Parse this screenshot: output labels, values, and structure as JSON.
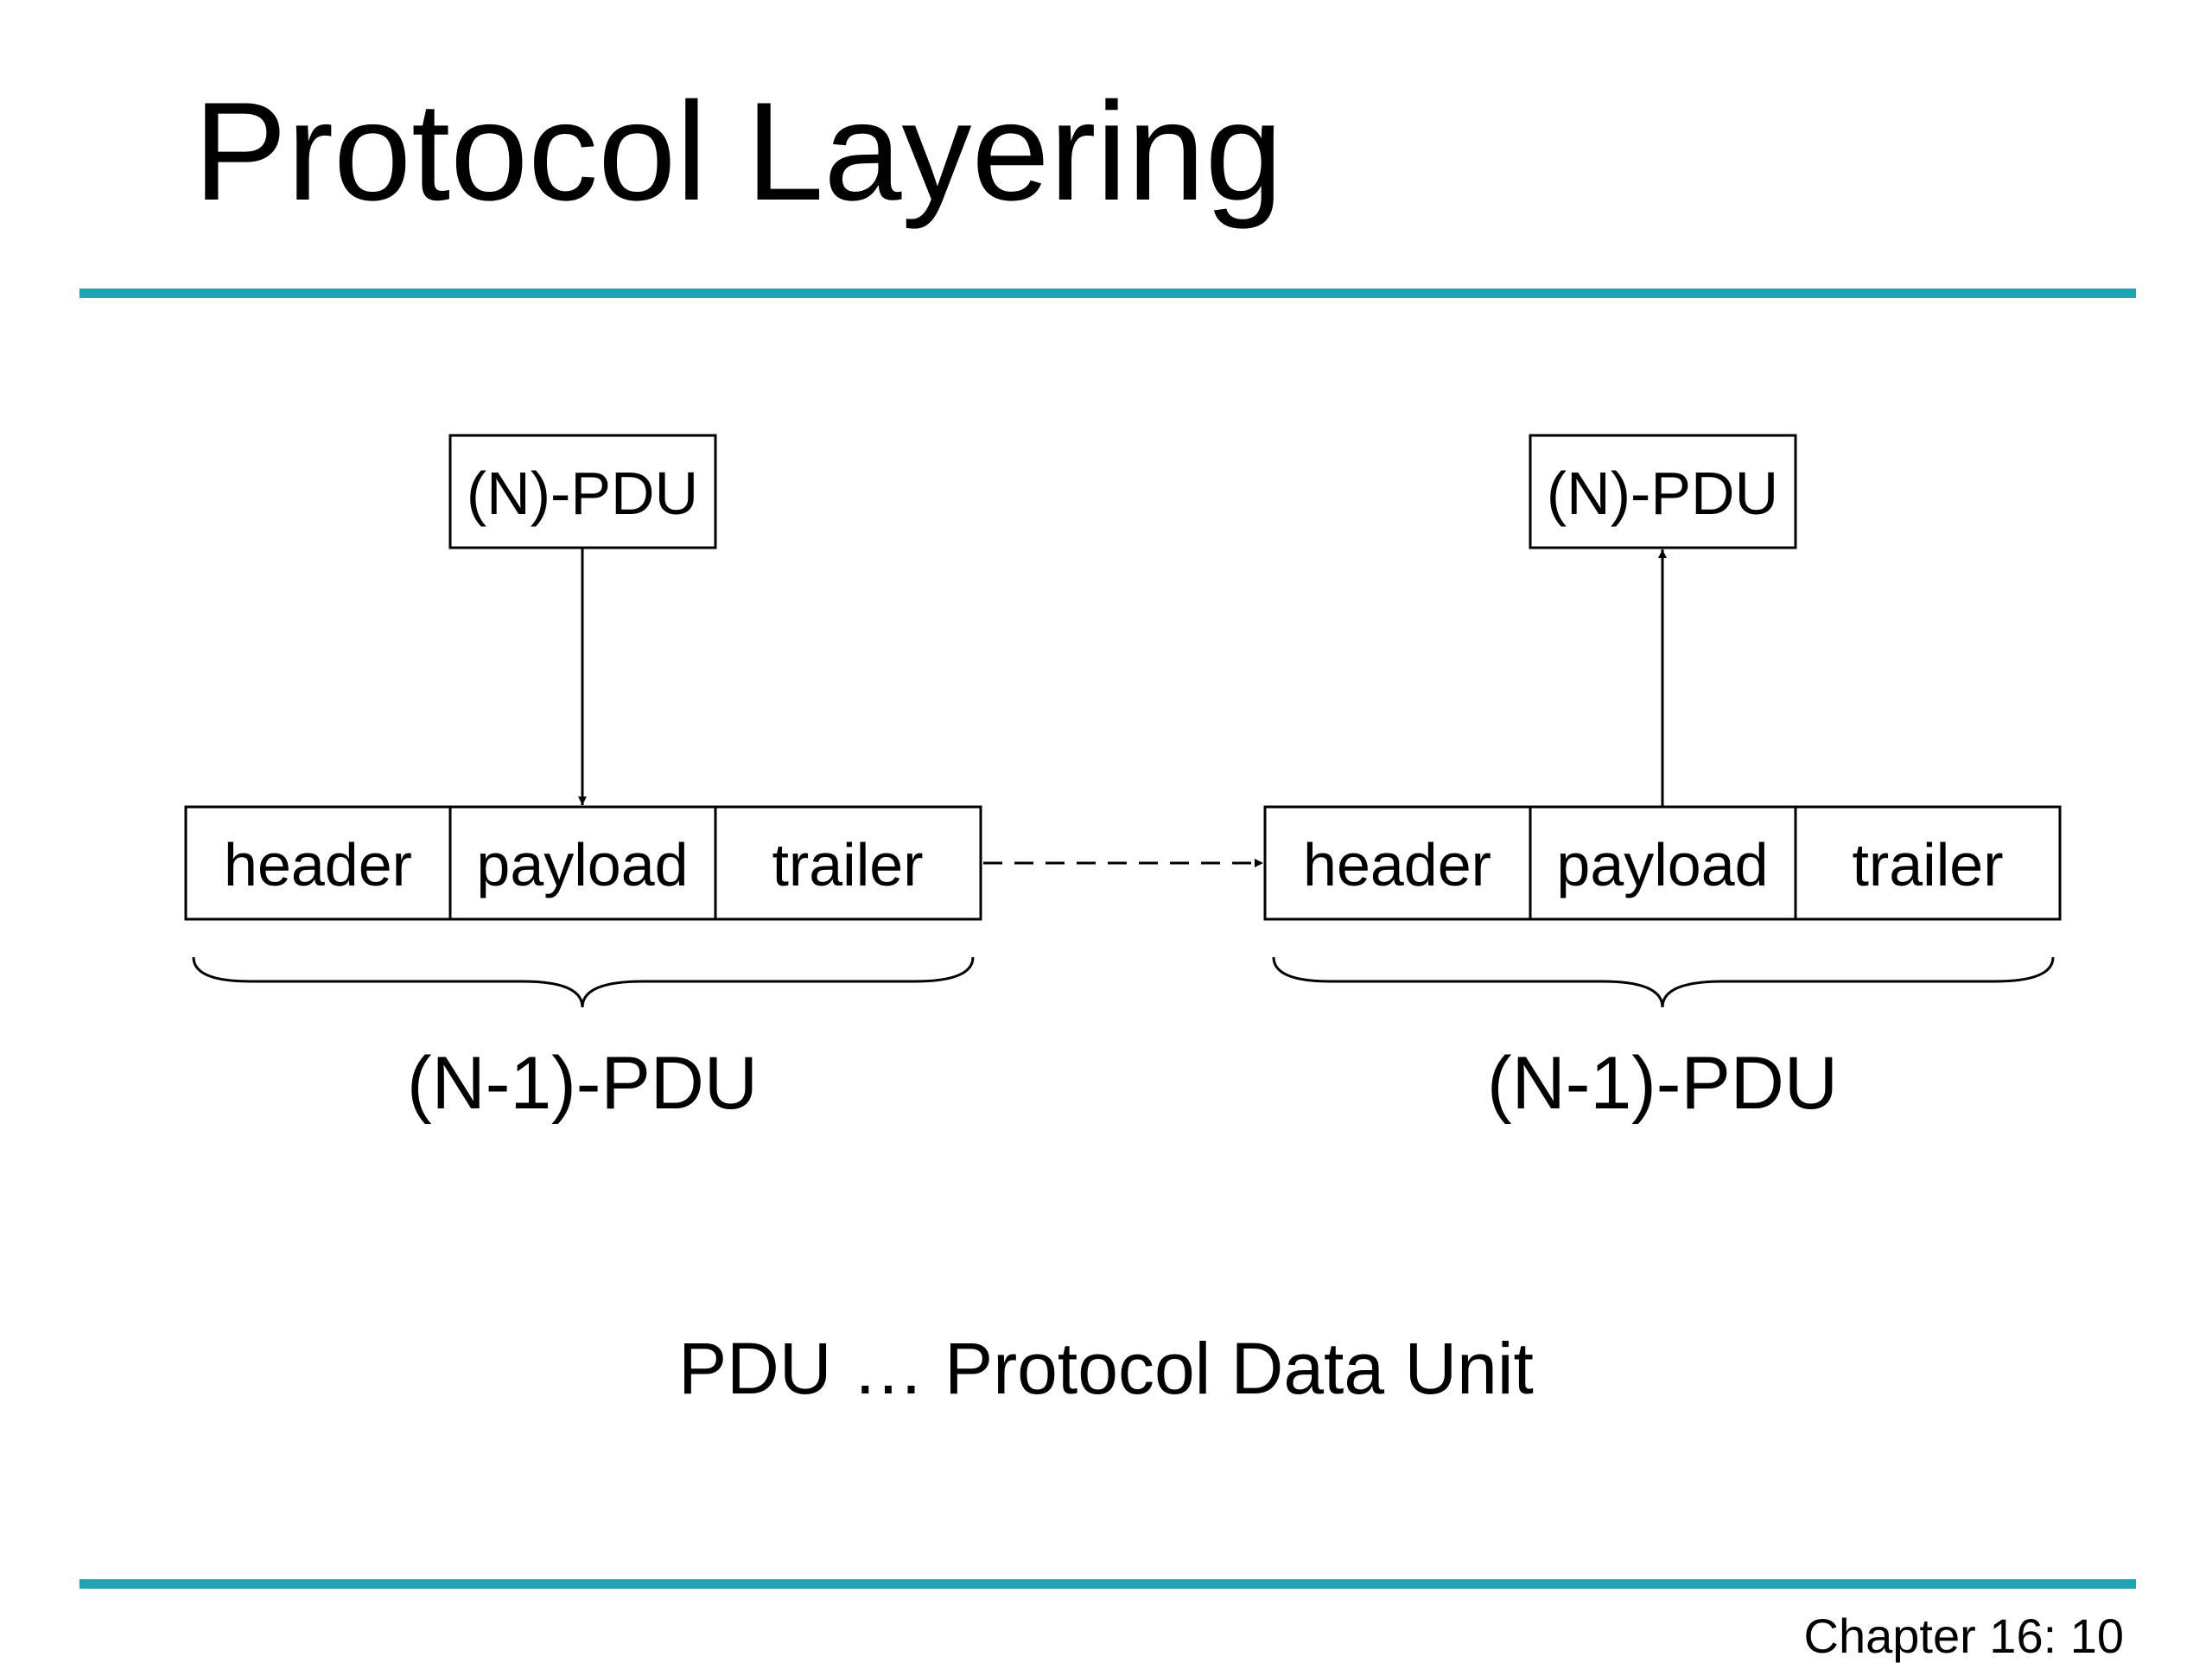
{
  "slide": {
    "title": "Protocol Layering",
    "footnote": "PDU … Protocol Data Unit",
    "page_number": "Chapter 16: 10",
    "accent_color": "#1fa4b4"
  },
  "diagram": {
    "stacks": [
      {
        "upper_pdu": "(N)-PDU",
        "segments": [
          "header",
          "payload",
          "trailer"
        ],
        "lower_pdu": "(N-1)-PDU",
        "arrow_direction": "down"
      },
      {
        "upper_pdu": "(N)-PDU",
        "segments": [
          "header",
          "payload",
          "trailer"
        ],
        "lower_pdu": "(N-1)-PDU",
        "arrow_direction": "up"
      }
    ],
    "link_style": "dashed-arrow"
  }
}
